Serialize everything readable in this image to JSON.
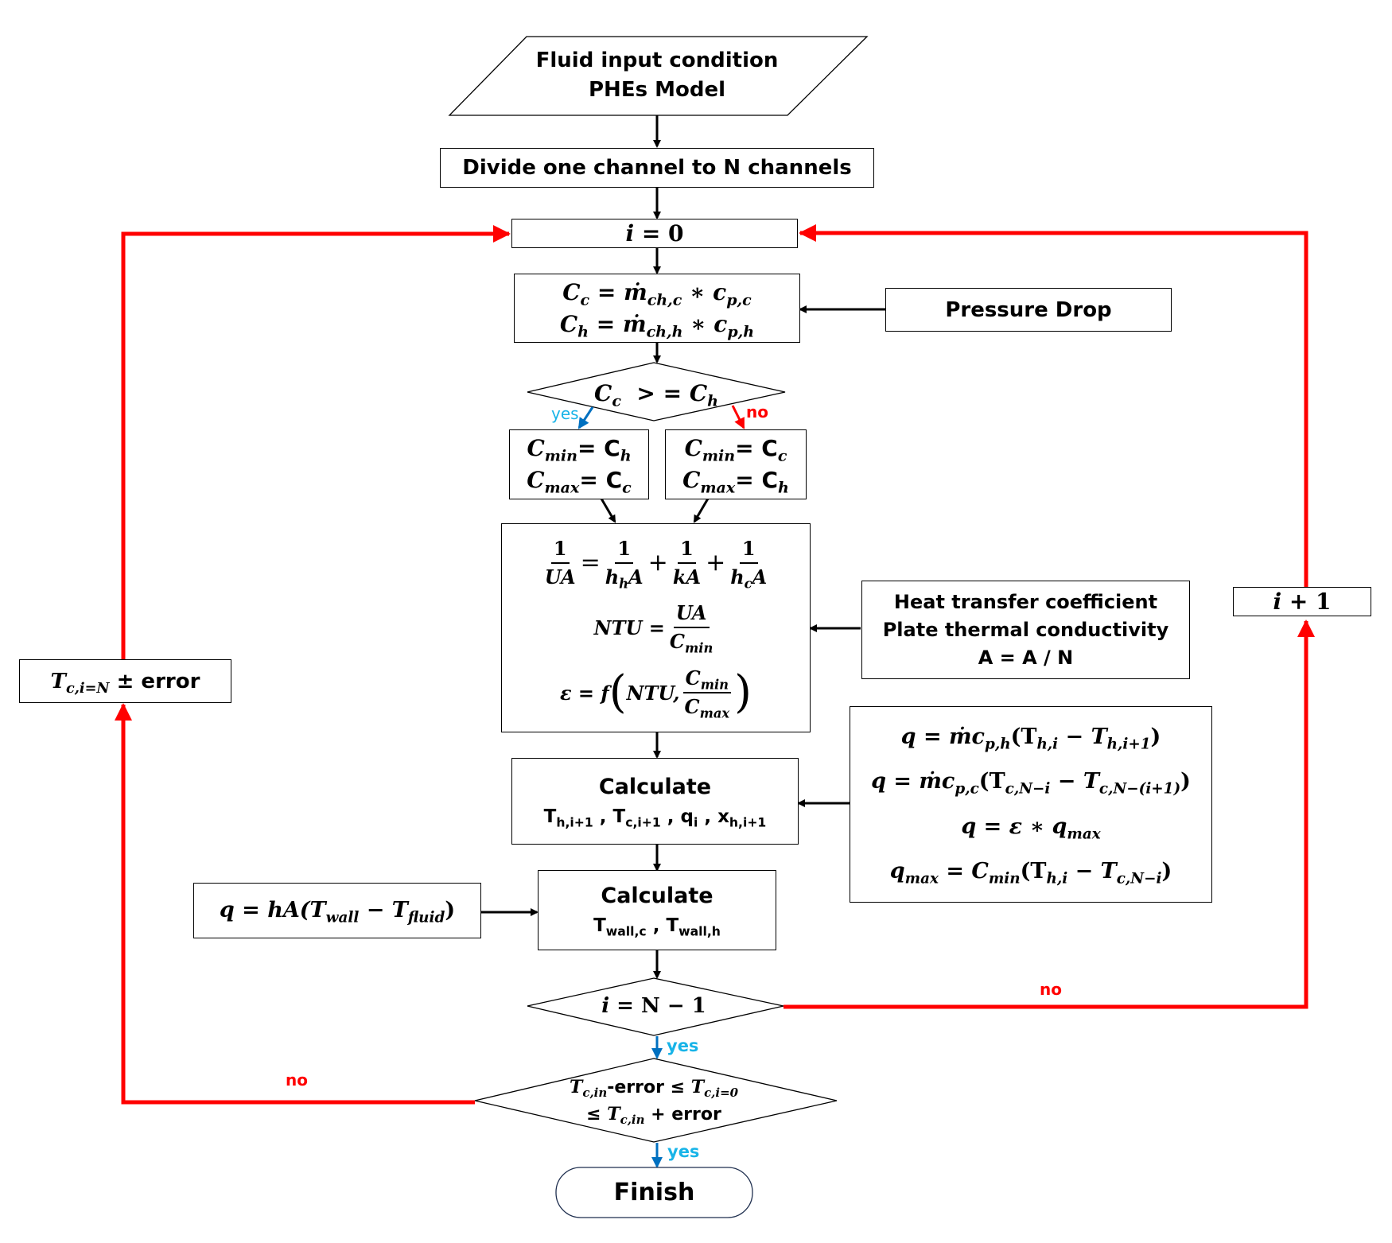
{
  "diagram": {
    "title": "PHE channel-discretization flowchart",
    "colors": {
      "loop_line": "#ff0000",
      "yes_label": "#18b4e8",
      "yes_arrow": "#0070c0",
      "no_label": "#ff0000",
      "stroke": "#000000"
    },
    "nodes": {
      "input": {
        "line1": "Fluid input condition",
        "line2": "PHEs Model"
      },
      "divide": {
        "text": "Divide one channel to N channels"
      },
      "init": {
        "var": "i",
        "eq": " = 0"
      },
      "capacity": {
        "line1": {
          "lhs": "C",
          "lhs_sub": "c",
          "mid": " = ṁ",
          "m_sub": "ch,c",
          "op": " ∗ c",
          "c_sub": "p,c"
        },
        "line2": {
          "lhs": "C",
          "lhs_sub": "h",
          "mid": " = ṁ",
          "m_sub": "ch,h",
          "op": " ∗ c",
          "c_sub": "p,h"
        }
      },
      "pressure_drop": {
        "text": "Pressure Drop"
      },
      "compare": {
        "lhs": "C",
        "lhs_sub": "c",
        "op": "  > = ",
        "rhs": "C",
        "rhs_sub": "h"
      },
      "yes_branch": {
        "l1a": "C",
        "l1s": "min",
        "l1b": "= C",
        "l1t": "h",
        "l2a": "C",
        "l2s": "max",
        "l2b": "= C",
        "l2t": "c"
      },
      "no_branch": {
        "l1a": "C",
        "l1s": "min",
        "l1b": "= C",
        "l1t": "c",
        "l2a": "C",
        "l2s": "max",
        "l2b": "= C",
        "l2t": "h"
      },
      "ntu_block": {
        "ua": {
          "one": "1",
          "ua": "UA",
          "eq": "=",
          "hh": "h",
          "hh_sub": "h",
          "a": "A",
          "plus": "+",
          "ka": "kA",
          "hc": "h",
          "hc_sub": "c"
        },
        "ntu": {
          "lhs": "NTU =",
          "num": "UA",
          "den": "C",
          "den_sub": "min"
        },
        "eff": {
          "lhs": "ε = f",
          "arg": "NTU,",
          "num": "C",
          "num_sub": "min",
          "den": "C",
          "den_sub": "max"
        }
      },
      "properties": {
        "line1": "Heat transfer coefficient",
        "line2": "Plate thermal conductivity",
        "line3": "A = A / N"
      },
      "q_block": {
        "l1": {
          "a": "q = ṁc",
          "a_sub": "p,h",
          "b": "(T",
          "b_sub": "h,i",
          "c": " − T",
          "c_sub": "h,i+1",
          "d": ")"
        },
        "l2": {
          "a": "q = ṁc",
          "a_sub": "p,c",
          "b": "(T",
          "b_sub": "c,N−i",
          "c": " − T",
          "c_sub": "c,N−(i+1)",
          "d": ")"
        },
        "l3": {
          "a": "q = ε ∗ q",
          "a_sub": "max"
        },
        "l4": {
          "a": "q",
          "a_sub": "max",
          "b": " = C",
          "b_sub": "min",
          "c": "(T",
          "c_sub": "h,i",
          "d": " − T",
          "d_sub": "c,N−i",
          "e": ")"
        }
      },
      "calc1": {
        "title": "Calculate",
        "t1": "T",
        "t1s": "h,i+1",
        "t2": " , T",
        "t2s": "c,i+1",
        "t3": " , q",
        "t3s": "i",
        "t4": " , x",
        "t4s": "h,i+1"
      },
      "conv": {
        "a": "q = hA(T",
        "a_sub": "wall",
        "b": " − T",
        "b_sub": "fluid",
        "c": ")"
      },
      "calc2": {
        "title": "Calculate",
        "t1": "T",
        "t1s": "wall,c",
        "t2": " , T",
        "t2s": "wall,h"
      },
      "check_i": {
        "var": "i",
        "eq": " = N − 1"
      },
      "check_temp": {
        "l1a": "T",
        "l1a_sub": "c,in",
        "l1b": "-error ≤ ",
        "l1c": "T",
        "l1c_sub": "c,i=0",
        "l2a": "≤ ",
        "l2b": "T",
        "l2b_sub": "c,in",
        "l2c": " + error"
      },
      "finish": {
        "text": "Finish"
      },
      "increment": {
        "var": "i",
        "eq": " + 1"
      },
      "tolerance": {
        "a": "T",
        "a_sub": "c,i=N",
        "b": " ± error"
      }
    },
    "edge_labels": {
      "compare_yes": "yes",
      "compare_no": "no",
      "check_i_no": "no",
      "check_i_yes": "yes",
      "check_temp_no": "no",
      "check_temp_yes": "yes"
    }
  }
}
